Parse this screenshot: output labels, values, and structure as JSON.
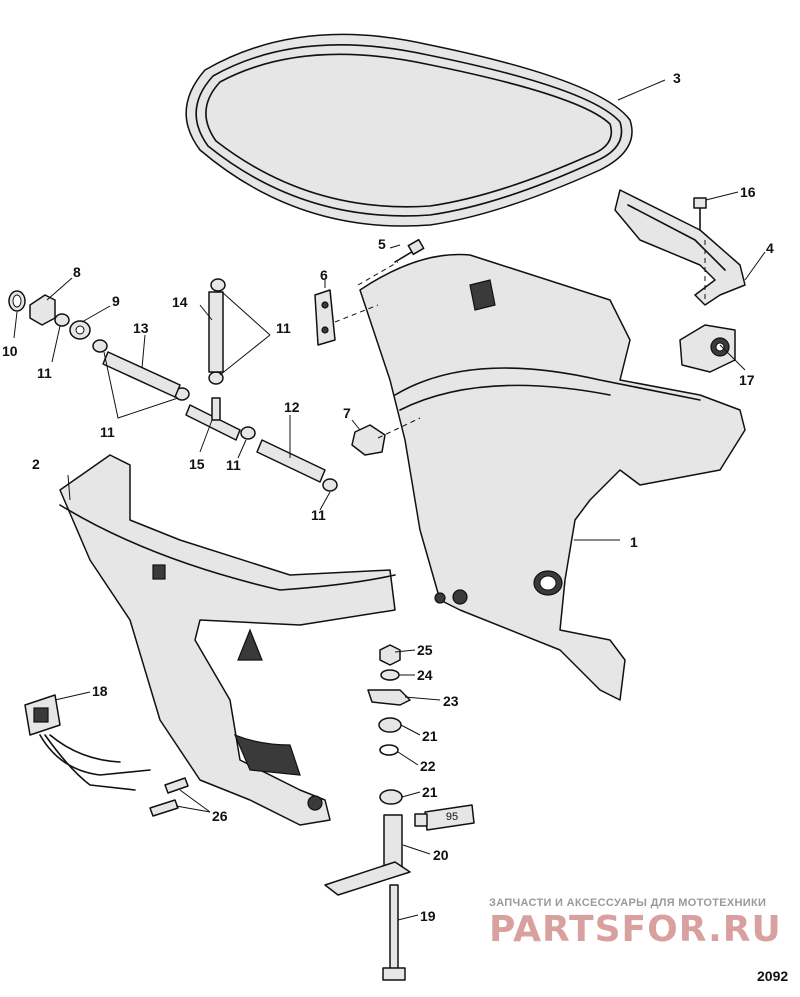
{
  "diagram": {
    "callouts": [
      "1",
      "2",
      "3",
      "4",
      "5",
      "6",
      "7",
      "8",
      "9",
      "10",
      "11",
      "12",
      "13",
      "14",
      "15",
      "16",
      "17",
      "18",
      "19",
      "20",
      "21",
      "22",
      "23",
      "24",
      "25",
      "26"
    ],
    "tube_label": "95",
    "figure_id": "2092"
  },
  "watermark": {
    "subtitle": "ЗАПЧАСТИ И АКСЕССУАРЫ ДЛЯ МОТОТЕХНИКИ",
    "logo_text": "PARTSFOR.RU"
  }
}
